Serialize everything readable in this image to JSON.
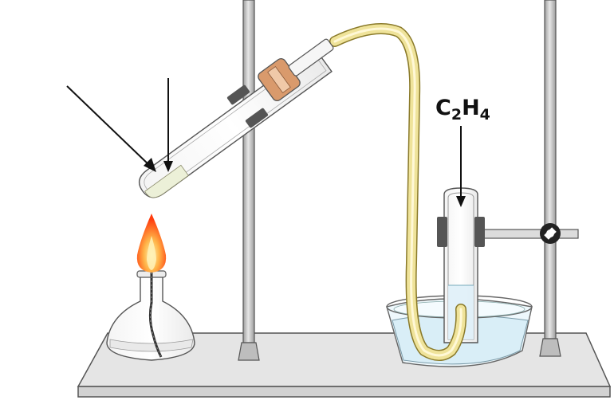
{
  "gas_label": {
    "element_1": "C",
    "sub_1": "2",
    "element_2": "H",
    "sub_2": "4"
  },
  "colors": {
    "stand": "#c8c8c8",
    "stand_edge": "#555555",
    "tubing": "#efe39a",
    "stopper": "#d99a6c",
    "clamp": "#555555",
    "flame_outer": "#ff5a1f",
    "flame_inner": "#ffe27a",
    "water": "#e4f3fa",
    "reagent": "#ecf0d8"
  },
  "icons": [
    "ring-stand",
    "test-tube",
    "rubber-stopper",
    "rubber-tubing",
    "alcohol-lamp",
    "flame",
    "trough",
    "gas-collection-tube",
    "clamp",
    "pointer-arrow"
  ]
}
